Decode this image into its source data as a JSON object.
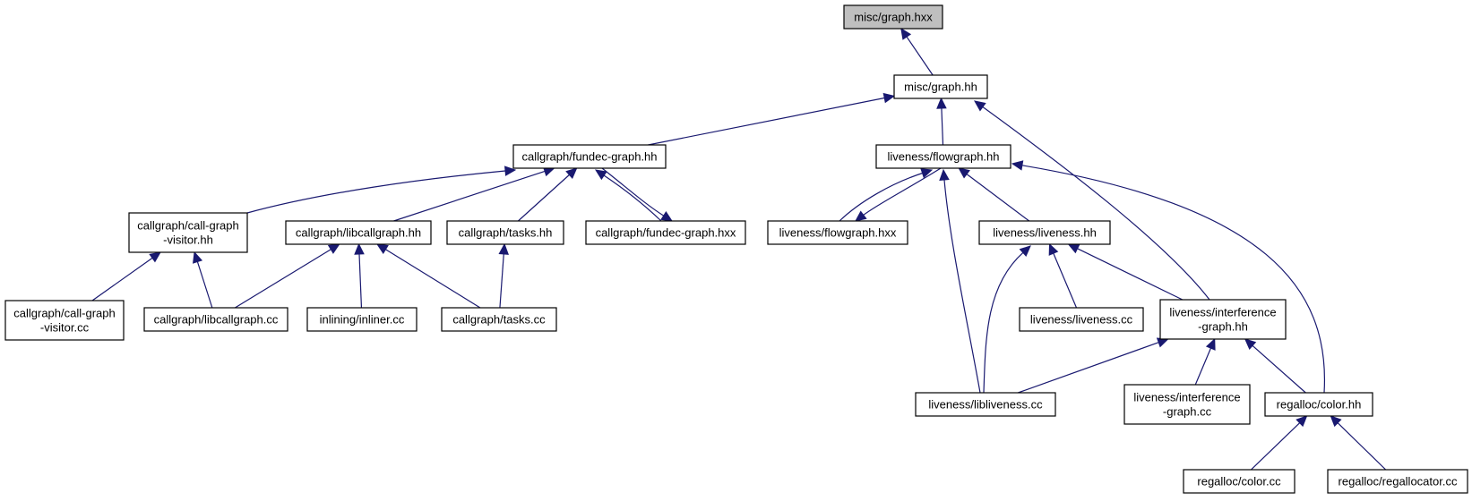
{
  "diagram": {
    "type": "include-dependency-graph",
    "root": "misc_graph_hxx",
    "colors": {
      "edge": "#191970",
      "root_fill": "#bfbfbf",
      "node_fill": "#ffffff",
      "border": "#000000"
    },
    "nodes": [
      {
        "id": "misc_graph_hxx",
        "lines": [
          "misc/graph.hxx"
        ]
      },
      {
        "id": "misc_graph_hh",
        "lines": [
          "misc/graph.hh"
        ]
      },
      {
        "id": "callgraph_fundec_graph_hh",
        "lines": [
          "callgraph/fundec-graph.hh"
        ]
      },
      {
        "id": "liveness_flowgraph_hh",
        "lines": [
          "liveness/flowgraph.hh"
        ]
      },
      {
        "id": "callgraph_call_graph_visitor_hh",
        "lines": [
          "callgraph/call-graph",
          "-visitor.hh"
        ]
      },
      {
        "id": "callgraph_libcallgraph_hh",
        "lines": [
          "callgraph/libcallgraph.hh"
        ]
      },
      {
        "id": "callgraph_tasks_hh",
        "lines": [
          "callgraph/tasks.hh"
        ]
      },
      {
        "id": "callgraph_fundec_graph_hxx",
        "lines": [
          "callgraph/fundec-graph.hxx"
        ]
      },
      {
        "id": "liveness_flowgraph_hxx",
        "lines": [
          "liveness/flowgraph.hxx"
        ]
      },
      {
        "id": "liveness_liveness_hh",
        "lines": [
          "liveness/liveness.hh"
        ]
      },
      {
        "id": "callgraph_call_graph_visitor_cc",
        "lines": [
          "callgraph/call-graph",
          "-visitor.cc"
        ]
      },
      {
        "id": "callgraph_libcallgraph_cc",
        "lines": [
          "callgraph/libcallgraph.cc"
        ]
      },
      {
        "id": "inlining_inliner_cc",
        "lines": [
          "inlining/inliner.cc"
        ]
      },
      {
        "id": "callgraph_tasks_cc",
        "lines": [
          "callgraph/tasks.cc"
        ]
      },
      {
        "id": "liveness_liveness_cc",
        "lines": [
          "liveness/liveness.cc"
        ]
      },
      {
        "id": "liveness_interference_graph_hh",
        "lines": [
          "liveness/interference",
          "-graph.hh"
        ]
      },
      {
        "id": "liveness_libliveness_cc",
        "lines": [
          "liveness/libliveness.cc"
        ]
      },
      {
        "id": "liveness_interference_graph_cc",
        "lines": [
          "liveness/interference",
          "-graph.cc"
        ]
      },
      {
        "id": "regalloc_color_hh",
        "lines": [
          "regalloc/color.hh"
        ]
      },
      {
        "id": "regalloc_color_cc",
        "lines": [
          "regalloc/color.cc"
        ]
      },
      {
        "id": "regalloc_regallocator_cc",
        "lines": [
          "regalloc/regallocator.cc"
        ]
      }
    ],
    "edges": [
      {
        "from": "misc_graph_hh",
        "to": "misc_graph_hxx"
      },
      {
        "from": "callgraph_fundec_graph_hh",
        "to": "misc_graph_hh"
      },
      {
        "from": "liveness_flowgraph_hh",
        "to": "misc_graph_hh"
      },
      {
        "from": "liveness_interference_graph_hh",
        "to": "misc_graph_hh"
      },
      {
        "from": "callgraph_call_graph_visitor_hh",
        "to": "callgraph_fundec_graph_hh"
      },
      {
        "from": "callgraph_libcallgraph_hh",
        "to": "callgraph_fundec_graph_hh"
      },
      {
        "from": "callgraph_tasks_hh",
        "to": "callgraph_fundec_graph_hh"
      },
      {
        "from": "callgraph_fundec_graph_hxx",
        "to": "callgraph_fundec_graph_hh"
      },
      {
        "from": "callgraph_fundec_graph_hh",
        "to": "callgraph_fundec_graph_hxx"
      },
      {
        "from": "liveness_flowgraph_hxx",
        "to": "liveness_flowgraph_hh"
      },
      {
        "from": "liveness_flowgraph_hh",
        "to": "liveness_flowgraph_hxx"
      },
      {
        "from": "liveness_liveness_hh",
        "to": "liveness_flowgraph_hh"
      },
      {
        "from": "liveness_libliveness_cc",
        "to": "liveness_flowgraph_hh"
      },
      {
        "from": "regalloc_color_hh",
        "to": "liveness_flowgraph_hh"
      },
      {
        "from": "callgraph_call_graph_visitor_cc",
        "to": "callgraph_call_graph_visitor_hh"
      },
      {
        "from": "callgraph_libcallgraph_cc",
        "to": "callgraph_call_graph_visitor_hh"
      },
      {
        "from": "callgraph_libcallgraph_cc",
        "to": "callgraph_libcallgraph_hh"
      },
      {
        "from": "inlining_inliner_cc",
        "to": "callgraph_libcallgraph_hh"
      },
      {
        "from": "callgraph_tasks_cc",
        "to": "callgraph_libcallgraph_hh"
      },
      {
        "from": "callgraph_tasks_cc",
        "to": "callgraph_tasks_hh"
      },
      {
        "from": "liveness_liveness_cc",
        "to": "liveness_liveness_hh"
      },
      {
        "from": "liveness_interference_graph_hh",
        "to": "liveness_liveness_hh"
      },
      {
        "from": "liveness_libliveness_cc",
        "to": "liveness_liveness_hh"
      },
      {
        "from": "liveness_libliveness_cc",
        "to": "liveness_interference_graph_hh"
      },
      {
        "from": "liveness_interference_graph_cc",
        "to": "liveness_interference_graph_hh"
      },
      {
        "from": "regalloc_color_hh",
        "to": "liveness_interference_graph_hh"
      },
      {
        "from": "regalloc_color_cc",
        "to": "regalloc_color_hh"
      },
      {
        "from": "regalloc_regallocator_cc",
        "to": "regalloc_color_hh"
      }
    ]
  }
}
